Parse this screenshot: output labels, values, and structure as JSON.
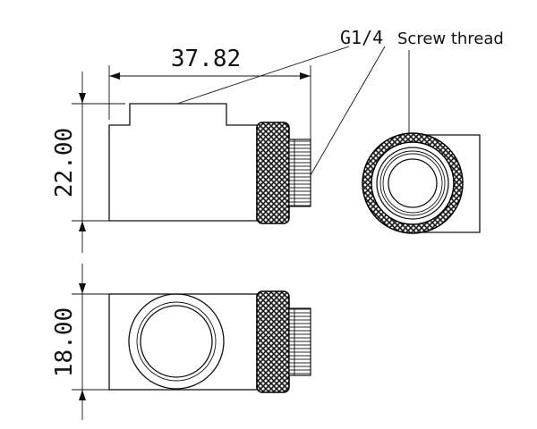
{
  "dimensions": {
    "width_value": "37.82",
    "height_value": "22.00",
    "depth_value": "18.00"
  },
  "thread_label": {
    "size": "G1/4",
    "description": "Screw thread"
  },
  "colors": {
    "stroke": "#111111",
    "knurl": "#1a1a1a",
    "background": "#ffffff"
  }
}
